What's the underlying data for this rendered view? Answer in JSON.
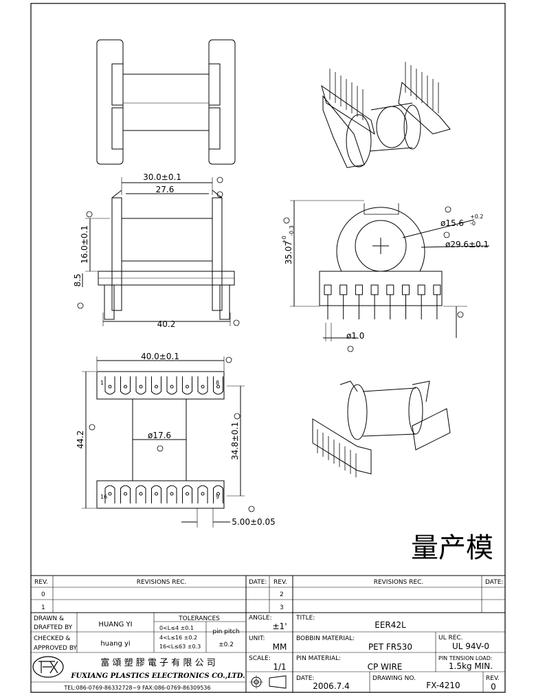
{
  "dims": {
    "top_width": "30.0±0.1",
    "top_inner": "27.6",
    "height_16": "16.0±0.1",
    "flange_8_5": "8.5",
    "base_width": "40.2",
    "bottom_width": "40.0±0.1",
    "bottom_height": "44.2",
    "core_dia": "ø17.6",
    "span_34_8": "34.8±0.1",
    "pin_pitch": "5.00±0.05",
    "front_height": "35.07",
    "front_height_tol_plus": "+0",
    "front_height_tol_minus": "-0.3",
    "bore_dia": "ø15.6",
    "bore_tol_plus": "+0.2",
    "bore_tol_minus": "-0",
    "flange_dia": "ø29.6±0.1",
    "pin_dia": "ø1.0"
  },
  "pin_labels": {
    "p1": "1",
    "p8": "8",
    "p16": "16",
    "p9": "9"
  },
  "stamp": "量产模",
  "revisions": {
    "rev": "REV.",
    "revisions_rec": "REVISIONS    REC.",
    "date": "DATE:",
    "rows_left": [
      "0",
      "1"
    ],
    "rows_right": [
      "2",
      "3"
    ]
  },
  "title_block": {
    "drawn_label": "DRAWN  &",
    "drafted_label": "DRAFTED  BY",
    "drawn_by": "HUANG YI",
    "checked_label": "CHECKED  &",
    "approved_label": "APPROVED  BY",
    "approved_by": "huang yi",
    "tolerances_label": "TOLERANCES",
    "tol_rows": [
      "0<L≤4     ±0.1",
      "4<L≤16  ±0.2",
      "16<L≤63 ±0.3"
    ],
    "pin_pitch_label": "pin pitch",
    "pin_pitch_tol": "±0.2",
    "angle_label": "ANGLE:",
    "angle_value": "±1'",
    "unit_label": "UNIT:",
    "unit_value": "MM",
    "scale_label": "SCALE:",
    "scale_value": "1/1",
    "title_label": "TITLE:",
    "title_value": "EER42L",
    "bobbin_label": "BOBBIN MATERIAL:",
    "bobbin_value": "PET  FR530",
    "ul_label": "UL REC.",
    "ul_value": "UL  94V-0",
    "pin_material_label": "PIN MATERIAL:",
    "pin_material_value": "CP  WIRE",
    "tension_label": "PIN TENSION LOAD:",
    "tension_value": "1.5kg  MIN.",
    "date_label": "DATE:",
    "date_value": "2006.7.4",
    "drawing_no_label": "DRAWING  NO.",
    "drawing_no_value": "FX-4210",
    "rev_label": "REV.",
    "rev_value": "0",
    "company_cn": "富 頌 塑 膠 電 子 有 限 公 司",
    "company_en": "FUXIANG  PLASTICS  ELECTRONICS  CO.,LTD.",
    "phone": "TEL:086-0769-86332728~9  FAX:086-0769-86309536"
  }
}
